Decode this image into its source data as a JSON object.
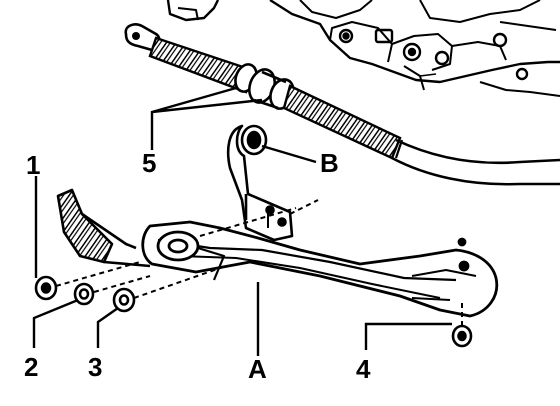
{
  "callouts": {
    "c1": "1",
    "c2": "2",
    "c3": "3",
    "c4": "4",
    "c5": "5",
    "cA": "A",
    "cB": "B"
  },
  "colors": {
    "ink": "#000000",
    "paper": "#ffffff",
    "hatch": "#1a1a1a"
  }
}
